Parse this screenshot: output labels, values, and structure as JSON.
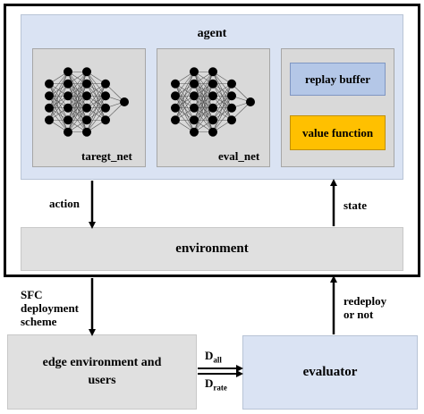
{
  "agent": {
    "title": "agent",
    "target_net_label": "taregt_net",
    "eval_net_label": "eval_net",
    "replay_buffer_label": "replay buffer",
    "value_function_label": "value function"
  },
  "environment": {
    "label": "environment"
  },
  "edges": {
    "action_label": "action",
    "state_label": "state",
    "sfc_label_lines": [
      "SFC",
      "deployment",
      "scheme"
    ],
    "redeploy_label_lines": [
      "redeploy",
      "or not"
    ],
    "d_all": {
      "main": "D",
      "sub": "all"
    },
    "d_rate": {
      "main": "D",
      "sub": "rate"
    }
  },
  "edge_environment": {
    "label_lines": [
      "edge environment and",
      "users"
    ]
  },
  "evaluator": {
    "label": "evaluator"
  },
  "colors": {
    "agent_bg": "#dae3f3",
    "panel_bg": "#d9d9d9",
    "replay_bg": "#b4c7e7",
    "value_bg": "#ffc000",
    "env_bg": "#e0e0e0"
  },
  "icons": [
    "neural-network-icon",
    "neural-network-icon"
  ]
}
